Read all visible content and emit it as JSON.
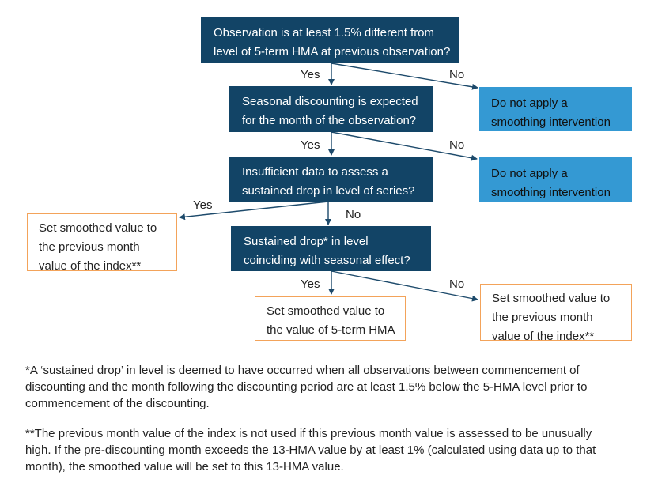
{
  "boxes": {
    "q1": {
      "line1": "Observation is at least 1.5% different from",
      "line2": "level of 5-term HMA at previous observation?"
    },
    "q2": {
      "line1": "Seasonal discounting is expected",
      "line2": "for the month of the observation?"
    },
    "q3": {
      "line1": "Insufficient data to assess a",
      "line2": "sustained drop in level of series?"
    },
    "q4": {
      "line1": "Sustained drop* in level",
      "line2": "coinciding with seasonal effect?"
    },
    "no1": {
      "line1": "Do not apply a",
      "line2": "smoothing intervention"
    },
    "no2": {
      "line1": "Do not apply a",
      "line2": "smoothing intervention"
    },
    "left": {
      "line1": "Set smoothed value to",
      "line2": "the previous month",
      "line3": "value of the index**"
    },
    "hma": {
      "line1": "Set smoothed value to",
      "line2": "the value of 5-term HMA"
    },
    "right": {
      "line1": "Set smoothed value to",
      "line2": "the previous month",
      "line3": "value of the index**"
    }
  },
  "labels": {
    "yes1": "Yes",
    "no1": "No",
    "yes2": "Yes",
    "no2": "No",
    "yes3": "Yes",
    "no3": "No",
    "yes4": "Yes",
    "no4": "No"
  },
  "notes": {
    "n1": {
      "line1": "*A ‘sustained drop’ in level is deemed to have occurred when all observations between commencement of",
      "line2": "discounting and the month following the discounting period are at least 1.5% below the 5-HMA level prior to",
      "line3": "commencement of the discounting."
    },
    "n2": {
      "line1": "**The previous month value of the index is not used if this previous month value is assessed to be unusually",
      "line2": "high. If the pre-discounting month exceeds the 13-HMA value by at least 1% (calculated using data up to that",
      "line3": "month), the smoothed value will be set to this 13-HMA value."
    }
  },
  "colors": {
    "question_box": "#124466",
    "no_box": "#3499d3",
    "outcome_border": "#f3a35a",
    "arrow": "#1d4a6b"
  }
}
